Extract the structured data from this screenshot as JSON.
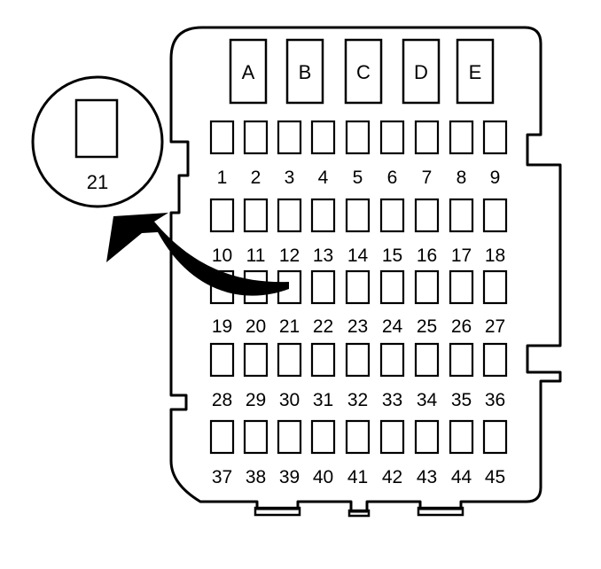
{
  "relays": [
    "A",
    "B",
    "C",
    "D",
    "E"
  ],
  "fuse_rows": [
    [
      "1",
      "2",
      "3",
      "4",
      "5",
      "6",
      "7",
      "8",
      "9"
    ],
    [
      "10",
      "11",
      "12",
      "13",
      "14",
      "15",
      "16",
      "17",
      "18"
    ],
    [
      "19",
      "20",
      "21",
      "22",
      "23",
      "24",
      "25",
      "26",
      "27"
    ],
    [
      "28",
      "29",
      "30",
      "31",
      "32",
      "33",
      "34",
      "35",
      "36"
    ],
    [
      "37",
      "38",
      "39",
      "40",
      "41",
      "42",
      "43",
      "44",
      "45"
    ]
  ],
  "callout": {
    "label": "21"
  }
}
